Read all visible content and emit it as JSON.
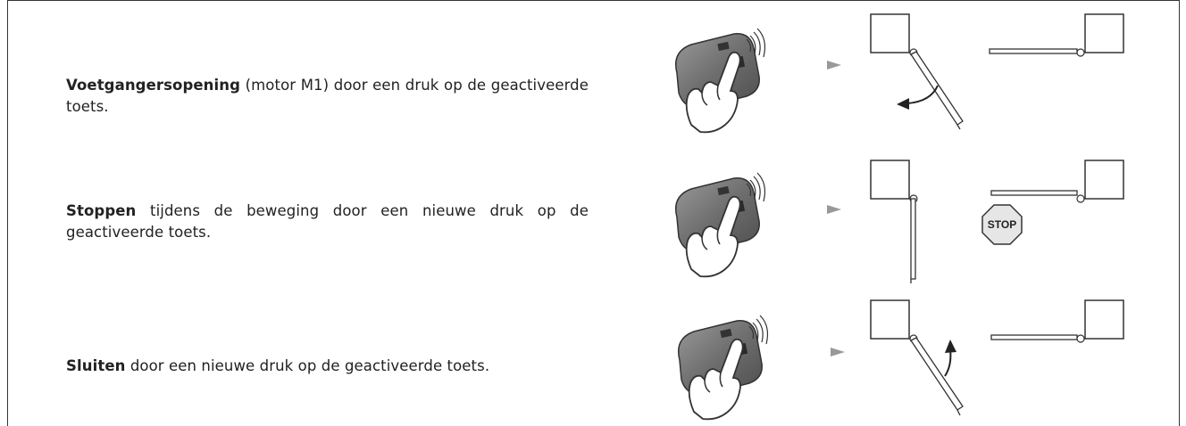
{
  "rows": [
    {
      "title": "Voetgangersopening",
      "text": " (motor M1) door een druk op de geactiveerde toets."
    },
    {
      "title": "Stoppen",
      "text": " tijdens de beweging door een nieuwe druk op de geactiveerde toets."
    },
    {
      "title": "Sluiten",
      "text": " door een nieuwe druk op de geactiveerde toets."
    }
  ],
  "stop_sign": {
    "label": "STOP"
  },
  "icons": [
    "remote-control-icon",
    "hand-press-icon",
    "arrow-right-icon",
    "gate-pillar-icon",
    "gate-leaf-icon",
    "curved-arrow-icon",
    "stop-sign-icon"
  ]
}
